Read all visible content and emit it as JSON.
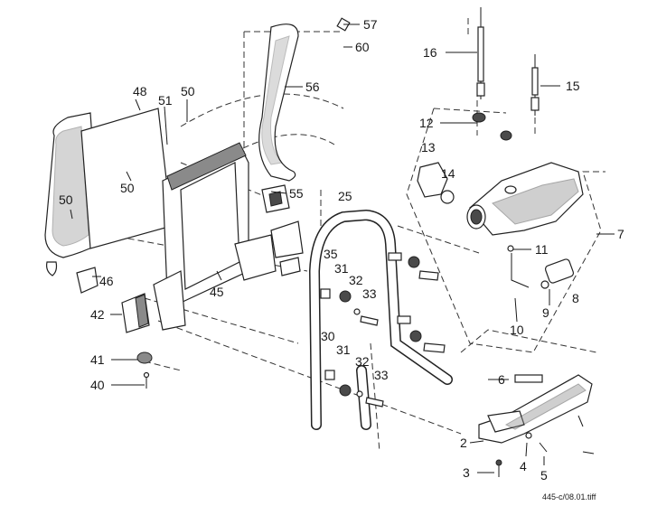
{
  "caption": "445-c/08.01.tiff",
  "callouts": [
    {
      "id": "c57",
      "text": "57"
    },
    {
      "id": "c60",
      "text": "60"
    },
    {
      "id": "c56",
      "text": "56"
    },
    {
      "id": "c48",
      "text": "48"
    },
    {
      "id": "c51",
      "text": "51"
    },
    {
      "id": "c50a",
      "text": "50"
    },
    {
      "id": "c50b",
      "text": "50"
    },
    {
      "id": "c50c",
      "text": "50"
    },
    {
      "id": "c55",
      "text": "55"
    },
    {
      "id": "c25",
      "text": "25"
    },
    {
      "id": "c46",
      "text": "46"
    },
    {
      "id": "c45",
      "text": "45"
    },
    {
      "id": "c42",
      "text": "42"
    },
    {
      "id": "c41",
      "text": "41"
    },
    {
      "id": "c40",
      "text": "40"
    },
    {
      "id": "c35",
      "text": "35"
    },
    {
      "id": "c31a",
      "text": "31"
    },
    {
      "id": "c32a",
      "text": "32"
    },
    {
      "id": "c33a",
      "text": "33"
    },
    {
      "id": "c30",
      "text": "30"
    },
    {
      "id": "c31b",
      "text": "31"
    },
    {
      "id": "c32b",
      "text": "32"
    },
    {
      "id": "c33b",
      "text": "33"
    },
    {
      "id": "c16",
      "text": "16"
    },
    {
      "id": "c15",
      "text": "15"
    },
    {
      "id": "c12",
      "text": "12"
    },
    {
      "id": "c13",
      "text": "13"
    },
    {
      "id": "c14",
      "text": "14"
    },
    {
      "id": "c7",
      "text": "7"
    },
    {
      "id": "c11",
      "text": "11"
    },
    {
      "id": "c8",
      "text": "8"
    },
    {
      "id": "c9",
      "text": "9"
    },
    {
      "id": "c10",
      "text": "10"
    },
    {
      "id": "c6",
      "text": "6"
    },
    {
      "id": "c2",
      "text": "2"
    },
    {
      "id": "c3",
      "text": "3"
    },
    {
      "id": "c4",
      "text": "4"
    },
    {
      "id": "c5",
      "text": "5"
    }
  ]
}
